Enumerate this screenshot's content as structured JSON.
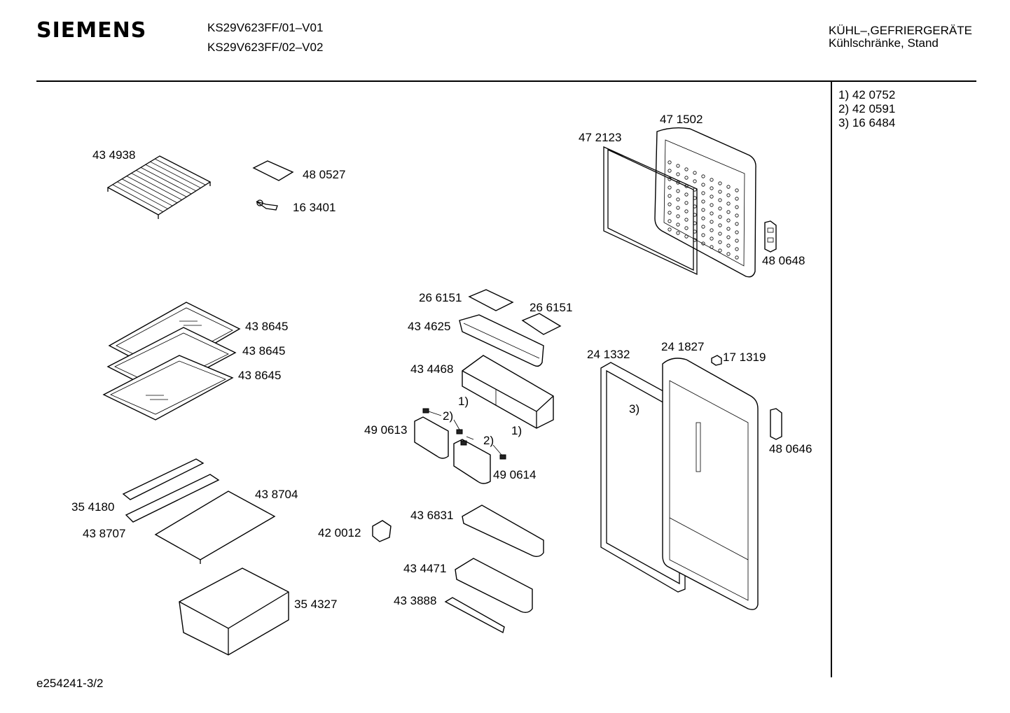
{
  "header": {
    "brand": "SIEMENS",
    "model_lines": [
      "KS29V623FF/01–V01",
      "KS29V623FF/02–V02"
    ],
    "category_lines": [
      "KÜHL–,GEFRIERGERÄTE",
      "Kühlschränke, Stand"
    ]
  },
  "notes": [
    "1)  42 0752",
    "2)  42 0591",
    "3)  16 6484"
  ],
  "footer": "e254241-3/2",
  "labels": {
    "p434938": "43 4938",
    "p480527": "48 0527",
    "p163401": "16 3401",
    "p472123": "47 2123",
    "p471502": "47 1502",
    "p480648": "48 0648",
    "p438645a": "43 8645",
    "p438645b": "43 8645",
    "p438645c": "43 8645",
    "p266151a": "26 6151",
    "p266151b": "26 6151",
    "p434625": "43 4625",
    "p434468": "43 4468",
    "ref1a": "1)",
    "ref1b": "1)",
    "ref2a": "2)",
    "ref2b": "2)",
    "ref3": "3)",
    "p490613": "49 0613",
    "p490614": "49 0614",
    "p241332": "24 1332",
    "p241827": "24 1827",
    "p171319": "17 1319",
    "p480646": "48 0646",
    "p354180": "35 4180",
    "p438704": "43 8704",
    "p438707": "43 8707",
    "p420012": "42 0012",
    "p436831": "43 6831",
    "p434471": "43 4471",
    "p433888": "43 3888",
    "p354327": "35 4327"
  }
}
